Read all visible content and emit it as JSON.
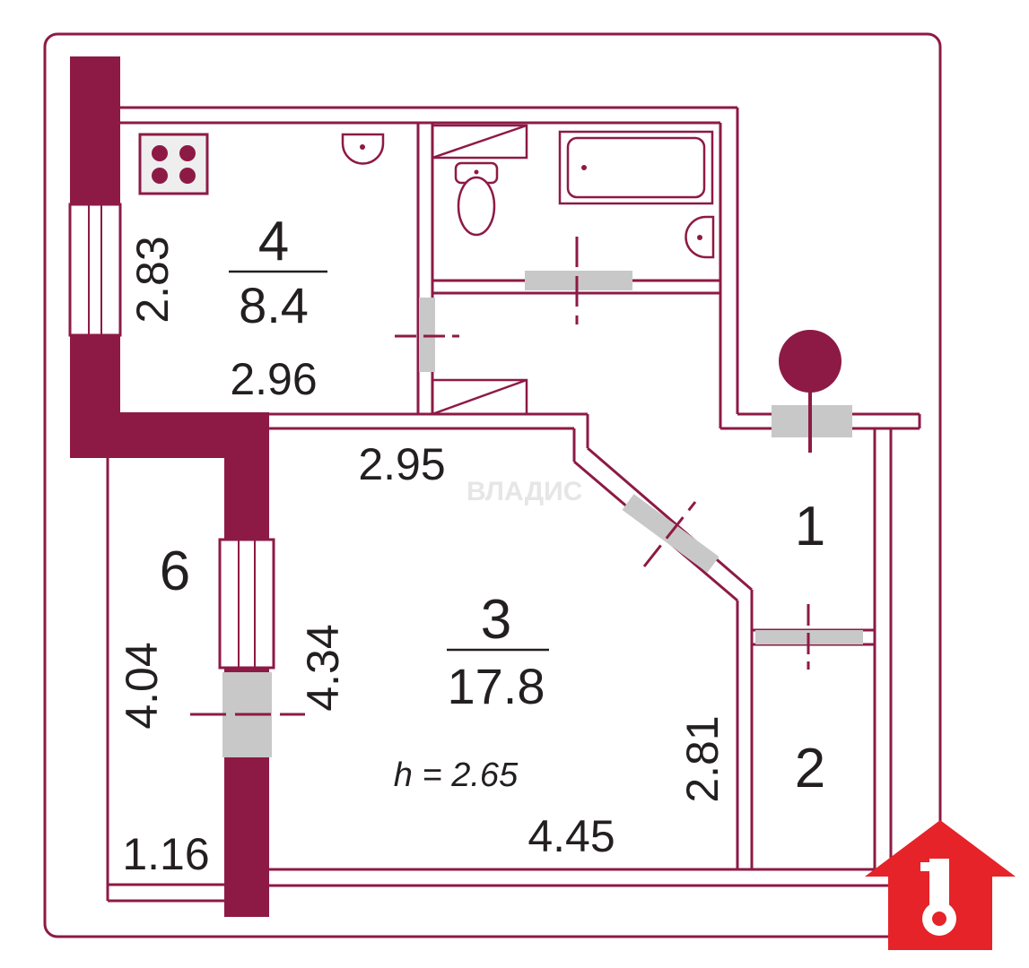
{
  "colors": {
    "wall": "#8d1a45",
    "door": "#c8c8c8",
    "logo": "#e52329",
    "text": "#231f20"
  },
  "rooms": [
    {
      "number": "4",
      "area": "8.4"
    },
    {
      "number": "3",
      "area": "17.8"
    },
    {
      "number": "1"
    },
    {
      "number": "2"
    },
    {
      "number": "6"
    }
  ],
  "dimensions": {
    "kitchen_height": "2.83",
    "kitchen_width": "2.96",
    "living_top": "2.95",
    "balcony_length": "4.04",
    "living_height": "4.34",
    "living_right": "2.81",
    "living_width": "4.45",
    "balcony_width": "1.16"
  },
  "ceiling_height": "h = 2.65",
  "watermark": "ВЛАДИС",
  "icons": [
    "stove-icon",
    "sink-icon",
    "toilet-icon",
    "bathtub-icon",
    "washbasin-icon",
    "electric-panel-icon",
    "key-house-logo"
  ]
}
